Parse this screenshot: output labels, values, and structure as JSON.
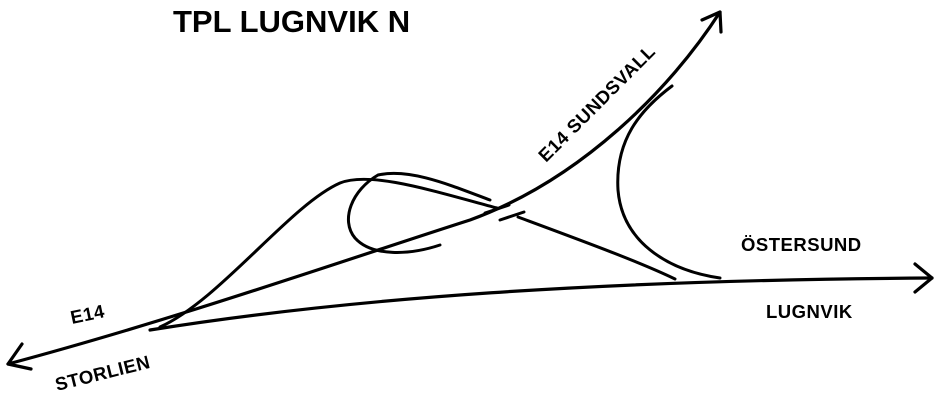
{
  "title": "TPL LUGNVIK N",
  "labels": {
    "e14_west": "E14",
    "storlien": "STORLIEN",
    "e14_sundsvall": "E14 SUNDSVALL",
    "ostersund": "ÖSTERSUND",
    "lugnvik": "LUGNVIK"
  }
}
